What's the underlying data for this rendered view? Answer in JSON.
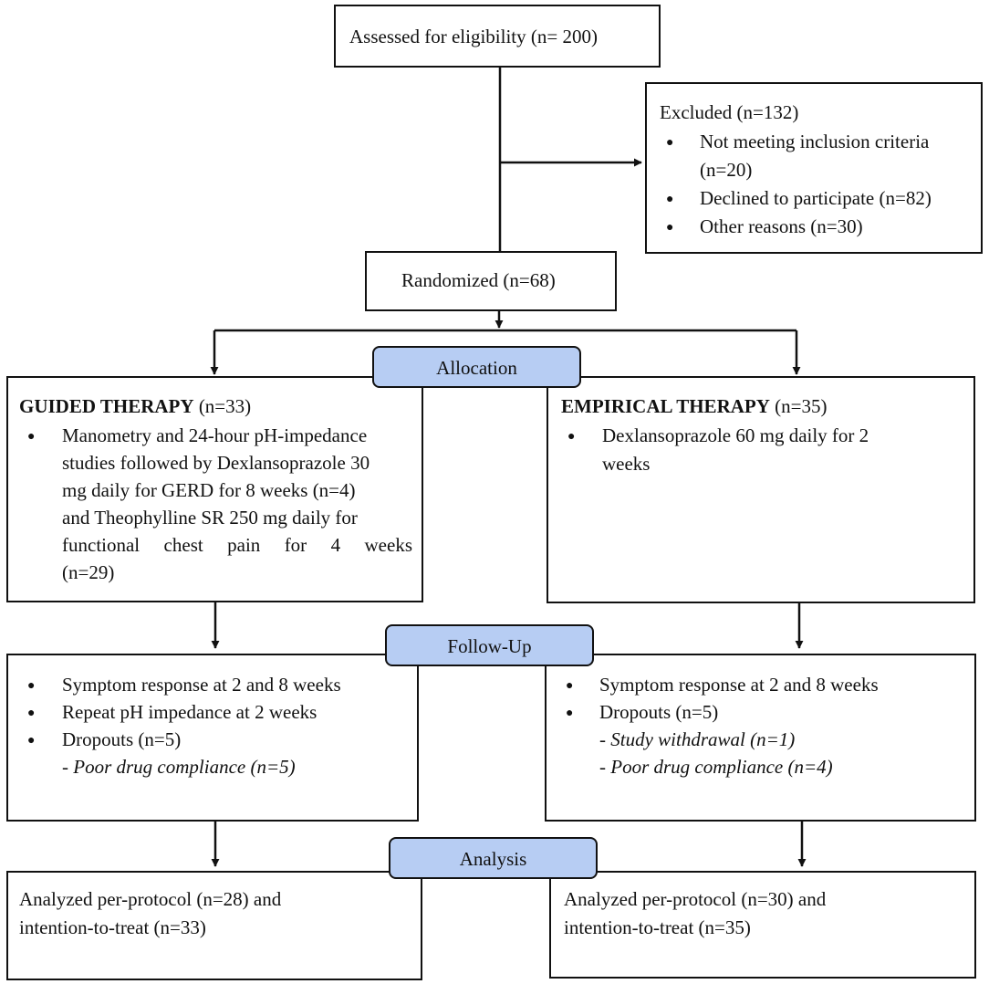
{
  "assessed": "Assessed for eligibility (n= 200)",
  "excluded": {
    "title": "Excluded (n=132)",
    "items": [
      "Not meeting inclusion criteria",
      "(n=20)",
      "Declined to participate (n=82)",
      "Other reasons (n=30)"
    ]
  },
  "randomized": "Randomized (n=68)",
  "stages": {
    "allocation": "Allocation",
    "followup": "Follow-Up",
    "analysis": "Analysis"
  },
  "guided": {
    "title": "GUIDED THERAPY",
    "n": " (n=33)",
    "lines": [
      "Manometry and 24-hour pH-impedance",
      "studies followed by Dexlansoprazole 30",
      "mg daily for GERD for 8 weeks (n=4)",
      "and Theophylline SR 250 mg daily for",
      "functional chest pain for 4 weeks",
      "(n=29)"
    ]
  },
  "empirical": {
    "title": "EMPIRICAL THERAPY",
    "n": " (n=35)",
    "lines": [
      "Dexlansoprazole 60 mg daily for 2",
      "weeks"
    ]
  },
  "followup_guided": {
    "items": [
      "Symptom response at 2 and 8 weeks",
      "Repeat pH impedance at 2 weeks",
      "Dropouts (n=5)"
    ],
    "sub": [
      "- Poor drug compliance (n=5)"
    ]
  },
  "followup_empirical": {
    "items": [
      "Symptom response at 2 and 8 weeks",
      "Dropouts (n=5)"
    ],
    "sub": [
      "- Study withdrawal (n=1)",
      "- Poor drug compliance (n=4)"
    ]
  },
  "analysis_guided": [
    "Analyzed per-protocol (n=28) and",
    "intention-to-treat (n=33)"
  ],
  "analysis_empirical": [
    "Analyzed per-protocol (n=30) and",
    "intention-to-treat (n=35)"
  ],
  "bullet": "●"
}
